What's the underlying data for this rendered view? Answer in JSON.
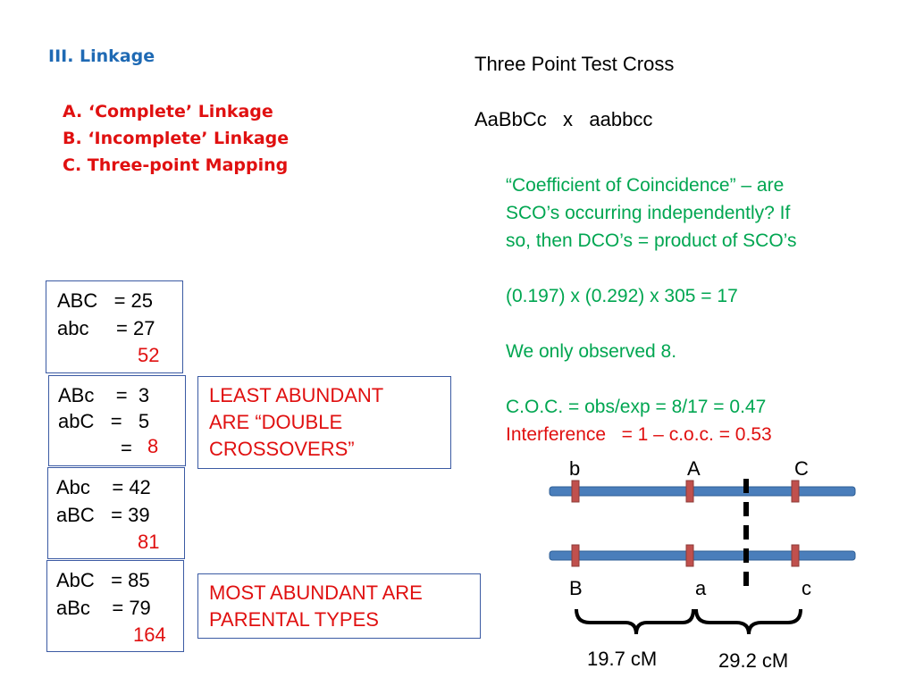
{
  "outline": {
    "section": "III. Linkage",
    "items": [
      "A. ‘Complete’ Linkage",
      "B. ‘Incomplete’ Linkage",
      "C. Three-point Mapping"
    ]
  },
  "cross": {
    "title": "Three Point Test Cross",
    "genotype": "AaBbCc   x   aabbcc"
  },
  "coc": {
    "lines": [
      "“Coefficient of Coincidence” – are",
      "SCO’s occurring independently?  If",
      "so, then DCO’s = product of SCO’s",
      "",
      "(0.197) x (0.292) x 305 = 17",
      "",
      "We only observed 8.",
      "",
      "C.O.C. = obs/exp = 8/17 = 0.47"
    ],
    "interference": "Interference   = 1 – c.o.c. = 0.53"
  },
  "classes": [
    {
      "rows": [
        "ABC   = 25",
        "abc     = 27"
      ],
      "sum_prefix": "",
      "sum": "52"
    },
    {
      "rows": [
        "ABc    =  3",
        "abC   =   5"
      ],
      "sum_prefix": "=",
      "sum": "8"
    },
    {
      "rows": [
        "Abc    = 42",
        "aBC   = 39"
      ],
      "sum_prefix": "",
      "sum": "81"
    },
    {
      "rows": [
        "AbC   = 85",
        "aBc    = 79"
      ],
      "sum_prefix": "",
      "sum": "164"
    }
  ],
  "callouts": {
    "least": [
      "LEAST ABUNDANT",
      "ARE “DOUBLE",
      "CROSSOVERS”"
    ],
    "most": [
      "MOST ABUNDANT ARE",
      "PARENTAL TYPES"
    ]
  },
  "map": {
    "top_labels": [
      "b",
      "A",
      "C"
    ],
    "bottom_labels": [
      "B",
      "a",
      "c"
    ],
    "distances": [
      "19.7 cM",
      "29.2 cM"
    ],
    "colors": {
      "chromosome": "#4a7ebb",
      "locus": "#c0504d"
    }
  }
}
